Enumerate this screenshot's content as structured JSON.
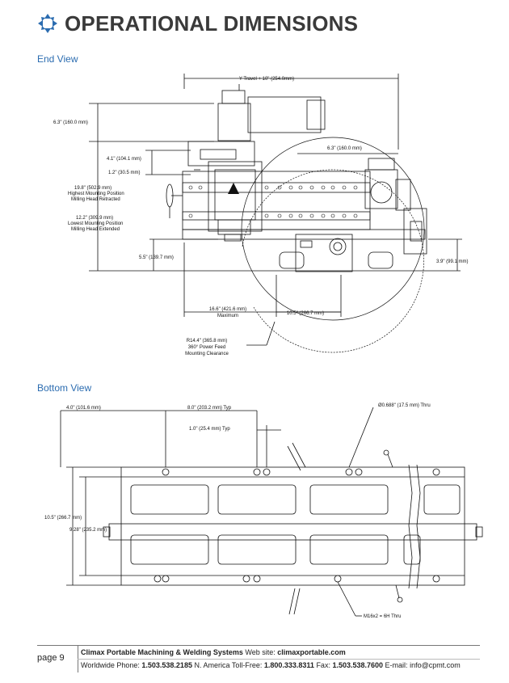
{
  "header": {
    "title": "OPERATIONAL DIMENSIONS",
    "logo_icon": "climax-logo-icon"
  },
  "end_view": {
    "heading": "End View",
    "labels": {
      "y_travel": "Y Travel + 10\" (254.0mm)",
      "h_6_3_top": "6.3\" (160.0 mm)",
      "h_6_3_right": "6.3\" (160.0 mm)",
      "h_4_1": "4.1\" (104.1 mm)",
      "h_1_2": "1.2\" (30.5 mm)",
      "h_19_8": "19.8\" (502.9 mm)",
      "h_19_8_a": "Highest Mounting Position",
      "h_19_8_b": "Milling Head Retracted",
      "h_12_2": "12.2\" (309.9 mm)",
      "h_12_2_a": "Lowest Mounting Position",
      "h_12_2_b": "Milling Head Extended",
      "h_5_5": "5.5\" (139.7 mm)",
      "h_3_9": "3.9\" (99.1 mm)",
      "h_16_6": "16.6\" (421.6 mm)",
      "h_16_6_b": "Maximum",
      "h_10_5": "10.5\" (266.7 mm)",
      "r_14_4": "R14.4\" (365.8 mm)",
      "r_14_4_a": "360° Power Feed",
      "r_14_4_b": "Mounting Clearance"
    }
  },
  "bottom_view": {
    "heading": "Bottom View",
    "labels": {
      "d_4_0": "4.0\" (101.6 mm)",
      "d_8_0": "8.0\" (203.2 mm) Typ",
      "d_1_0": "1.0\" (25.4 mm) Typ",
      "d_hole": "Ø0.688\" (17.5 mm) Thru",
      "d_10_5": "10.5\" (266.7 mm)",
      "d_9_28": "9.28\" (235.2 mm)",
      "d_m16": "M16x2 = 6H Thru"
    }
  },
  "footer": {
    "page": "page 9",
    "company": "Climax Portable Machining & Welding Systems",
    "web_label": "Web site:",
    "web": "climaxportable.com",
    "ww_label": "Worldwide Phone:",
    "ww_phone": "1.503.538.2185",
    "na_label": "N. America Toll-Free:",
    "na_phone": "1.800.333.8311",
    "fax_label": "Fax:",
    "fax": "1.503.538.7600",
    "email_label": "E-mail:",
    "email": "info@cpmt.com"
  },
  "colors": {
    "heading_blue": "#2b6cb0",
    "logo_blue": "#2b6cb0"
  }
}
